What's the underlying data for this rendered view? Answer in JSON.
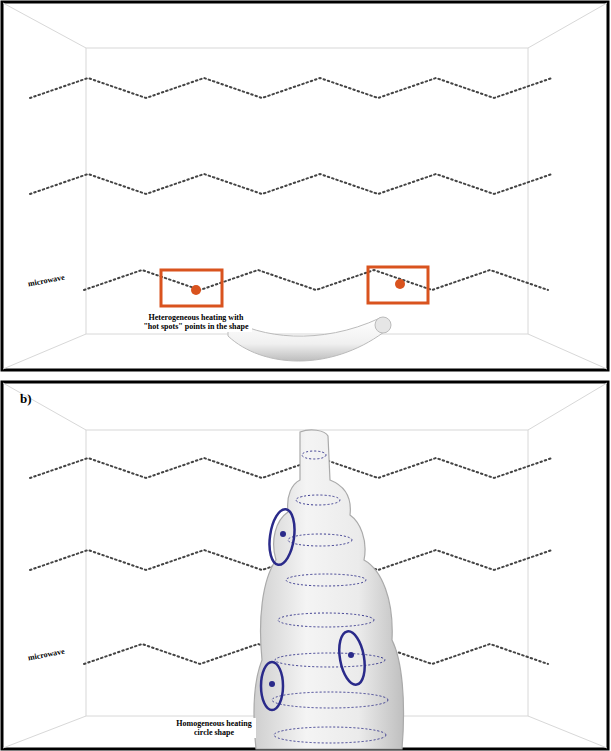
{
  "diagram": {
    "labels": [
      "microwave",
      "Heterogeneous heating with \"hot spots\" points in the shape",
      "b)",
      "microwave",
      "Homogeneous heating circle shape"
    ]
  }
}
